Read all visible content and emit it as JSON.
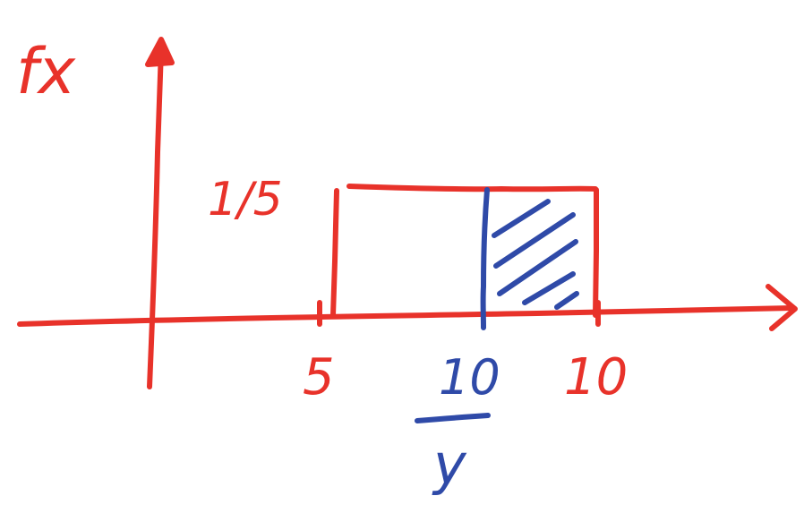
{
  "labels": {
    "y_axis": "fx",
    "height": "1/5",
    "tick_a": "5",
    "tick_b": "10",
    "split_numerator": "10",
    "split_denominator": "y"
  },
  "colors": {
    "red_ink": "#e8322a",
    "blue_ink": "#2f4aa8",
    "background": "#ffffff"
  },
  "density": {
    "lower": 5,
    "upper": 10,
    "height": 0.2,
    "split_point": "10/y",
    "shaded_region": "from 10/y to 10"
  }
}
